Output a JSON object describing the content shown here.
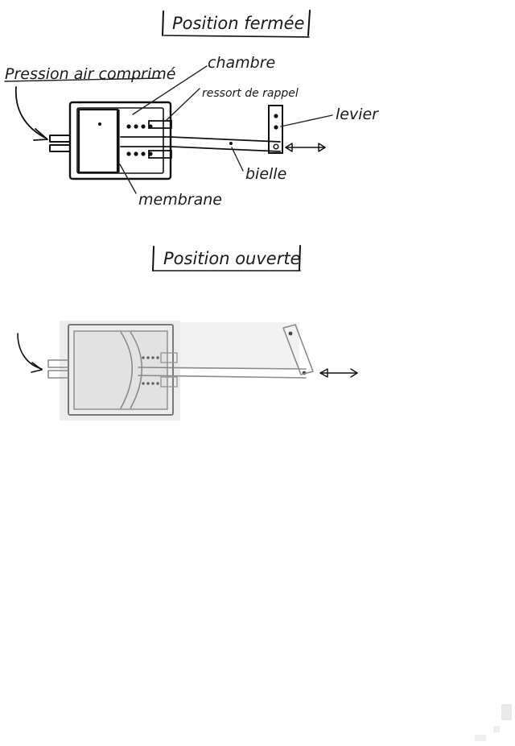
{
  "diagram_closed": {
    "title": "Position fermée",
    "labels": {
      "pressure": "Pression air comprimé",
      "chamber": "chambre",
      "spring": "ressort de rappel",
      "lever": "levier",
      "rod": "bielle",
      "membrane": "membrane"
    }
  },
  "diagram_open": {
    "title": "Position ouverte"
  },
  "colors": {
    "ink": "#111111",
    "pale_ink": "#8a8a8a",
    "paper": "#ffffff",
    "scan_shade": "#e6e6e6"
  }
}
